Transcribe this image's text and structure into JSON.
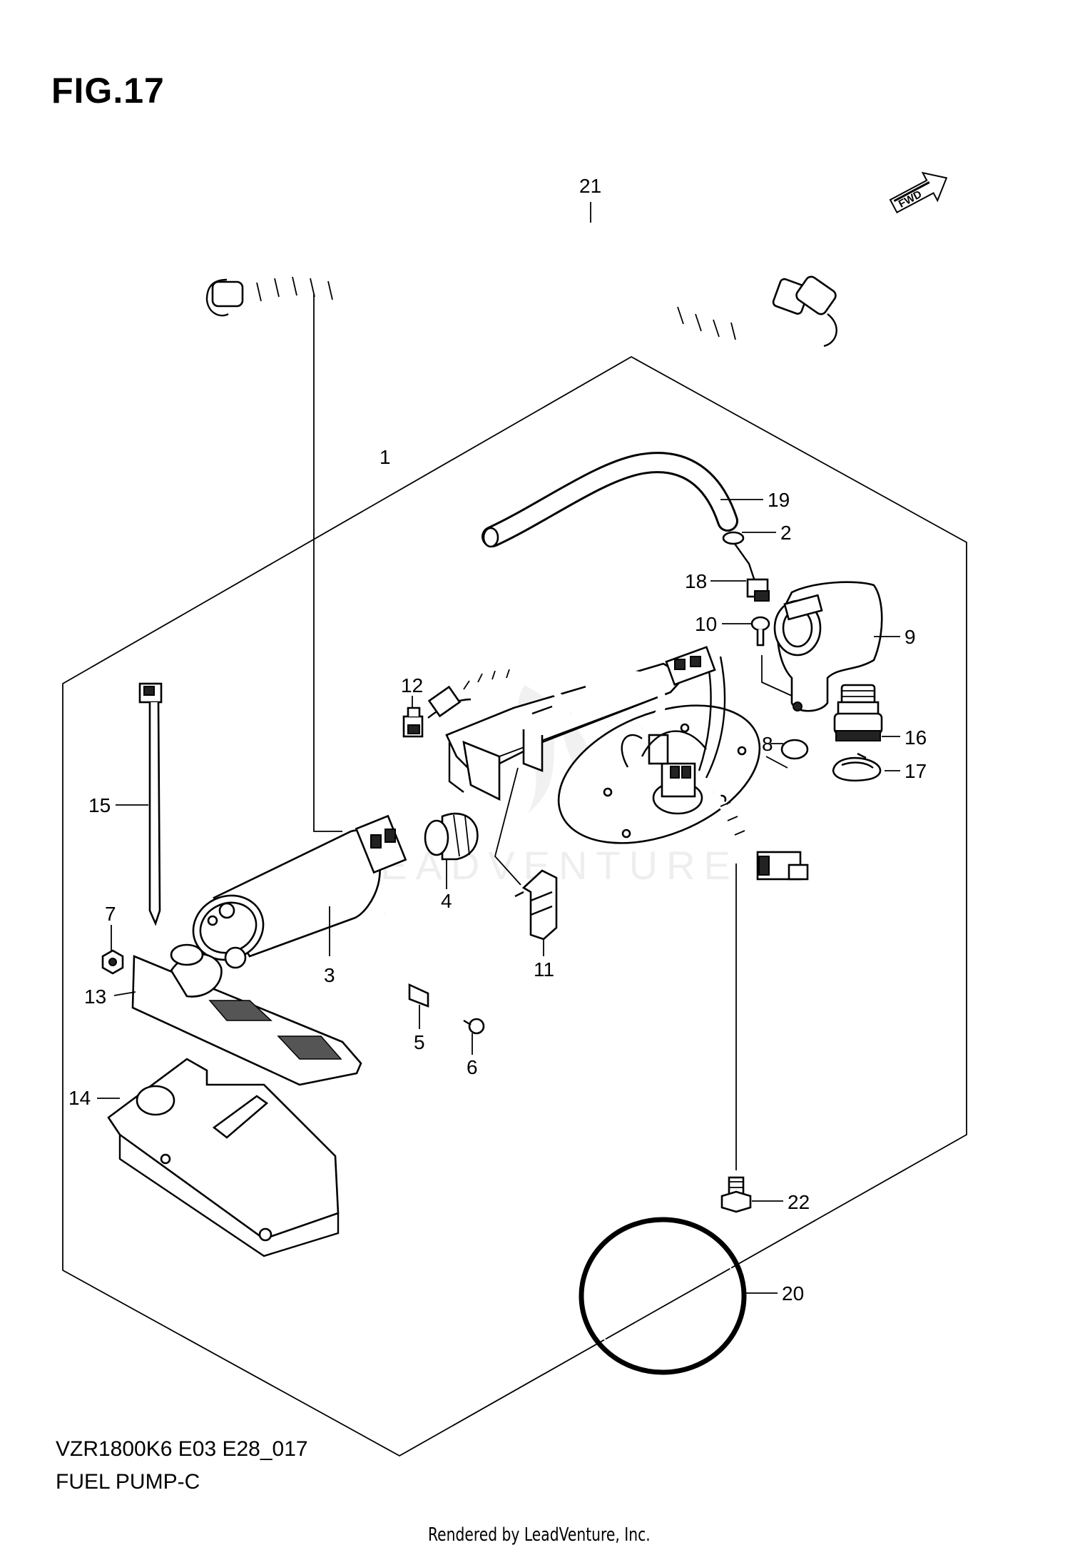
{
  "figure": {
    "title": "FIG.17"
  },
  "footer": {
    "model_code": "VZR1800K6 E03 E28_017",
    "diagram_name": "FUEL PUMP-C",
    "credit": "Rendered by LeadVenture, Inc."
  },
  "watermark": "LEADVENTURE",
  "direction_badge": "FWD",
  "callouts": [
    {
      "id": "c1",
      "number": "1"
    },
    {
      "id": "c2",
      "number": "2"
    },
    {
      "id": "c3",
      "number": "3"
    },
    {
      "id": "c4",
      "number": "4"
    },
    {
      "id": "c5",
      "number": "5"
    },
    {
      "id": "c6",
      "number": "6"
    },
    {
      "id": "c7",
      "number": "7"
    },
    {
      "id": "c8",
      "number": "8"
    },
    {
      "id": "c9",
      "number": "9"
    },
    {
      "id": "c10",
      "number": "10"
    },
    {
      "id": "c11",
      "number": "11"
    },
    {
      "id": "c12",
      "number": "12"
    },
    {
      "id": "c13",
      "number": "13"
    },
    {
      "id": "c14",
      "number": "14"
    },
    {
      "id": "c15",
      "number": "15"
    },
    {
      "id": "c16",
      "number": "16"
    },
    {
      "id": "c17",
      "number": "17"
    },
    {
      "id": "c18",
      "number": "18"
    },
    {
      "id": "c19",
      "number": "19"
    },
    {
      "id": "c20",
      "number": "20"
    },
    {
      "id": "c21",
      "number": "21"
    },
    {
      "id": "c22",
      "number": "22"
    }
  ]
}
